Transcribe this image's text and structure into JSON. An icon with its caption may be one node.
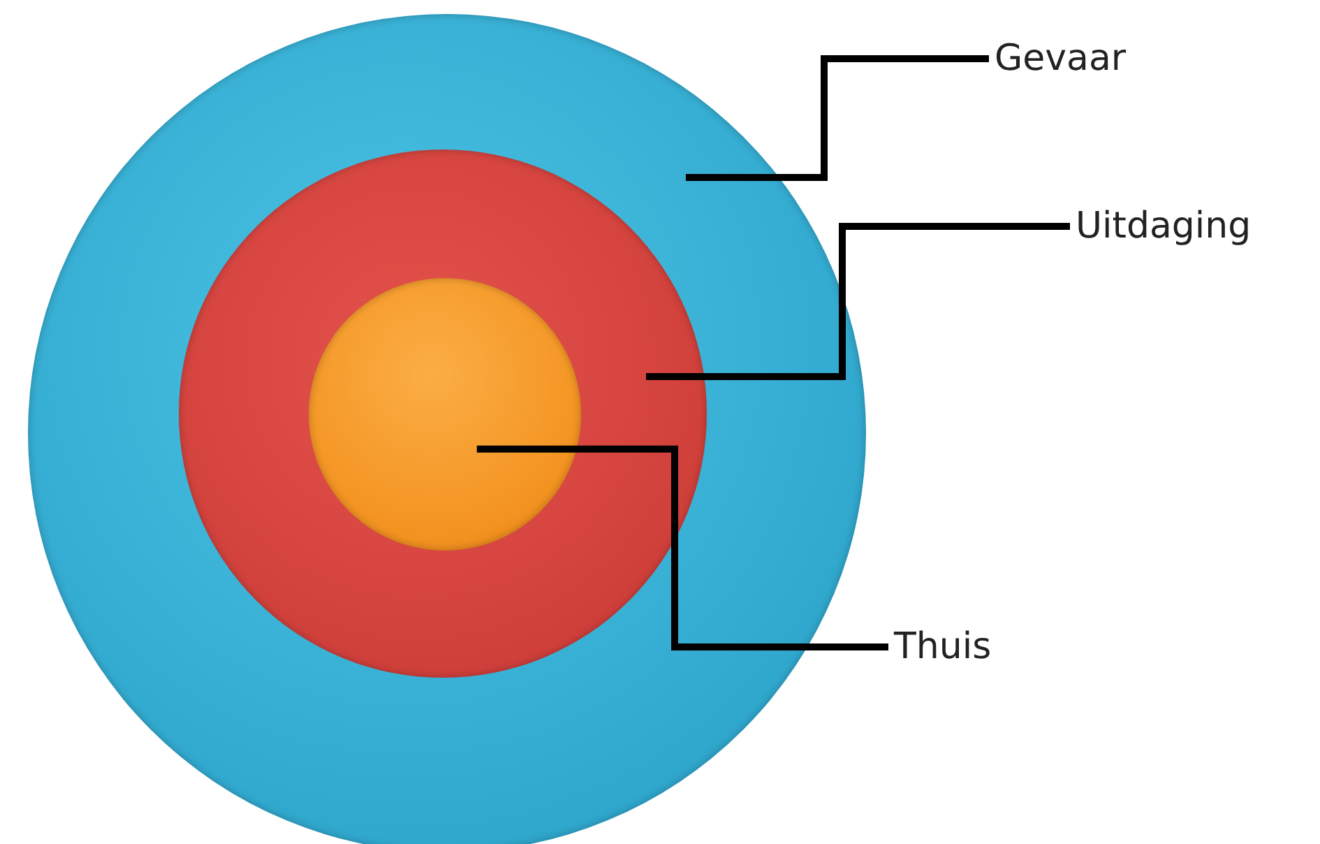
{
  "diagram": {
    "nodes": [
      {
        "text": [],
        "shape": "circle"
      },
      {
        "text": [],
        "shape": "circle",
        "in": 0
      },
      {
        "text": [],
        "shape": "circle",
        "in": 1
      },
      {
        "text": [
          "Gevaar"
        ]
      },
      {
        "text": [
          "Uitdaging"
        ]
      },
      {
        "text": [
          "Thuis"
        ]
      }
    ],
    "edges": [
      {
        "from": 3,
        "to": 0,
        "arrow": "none"
      },
      {
        "from": 4,
        "to": 1,
        "arrow": "none"
      },
      {
        "from": 5,
        "to": 2,
        "arrow": "none"
      }
    ]
  }
}
